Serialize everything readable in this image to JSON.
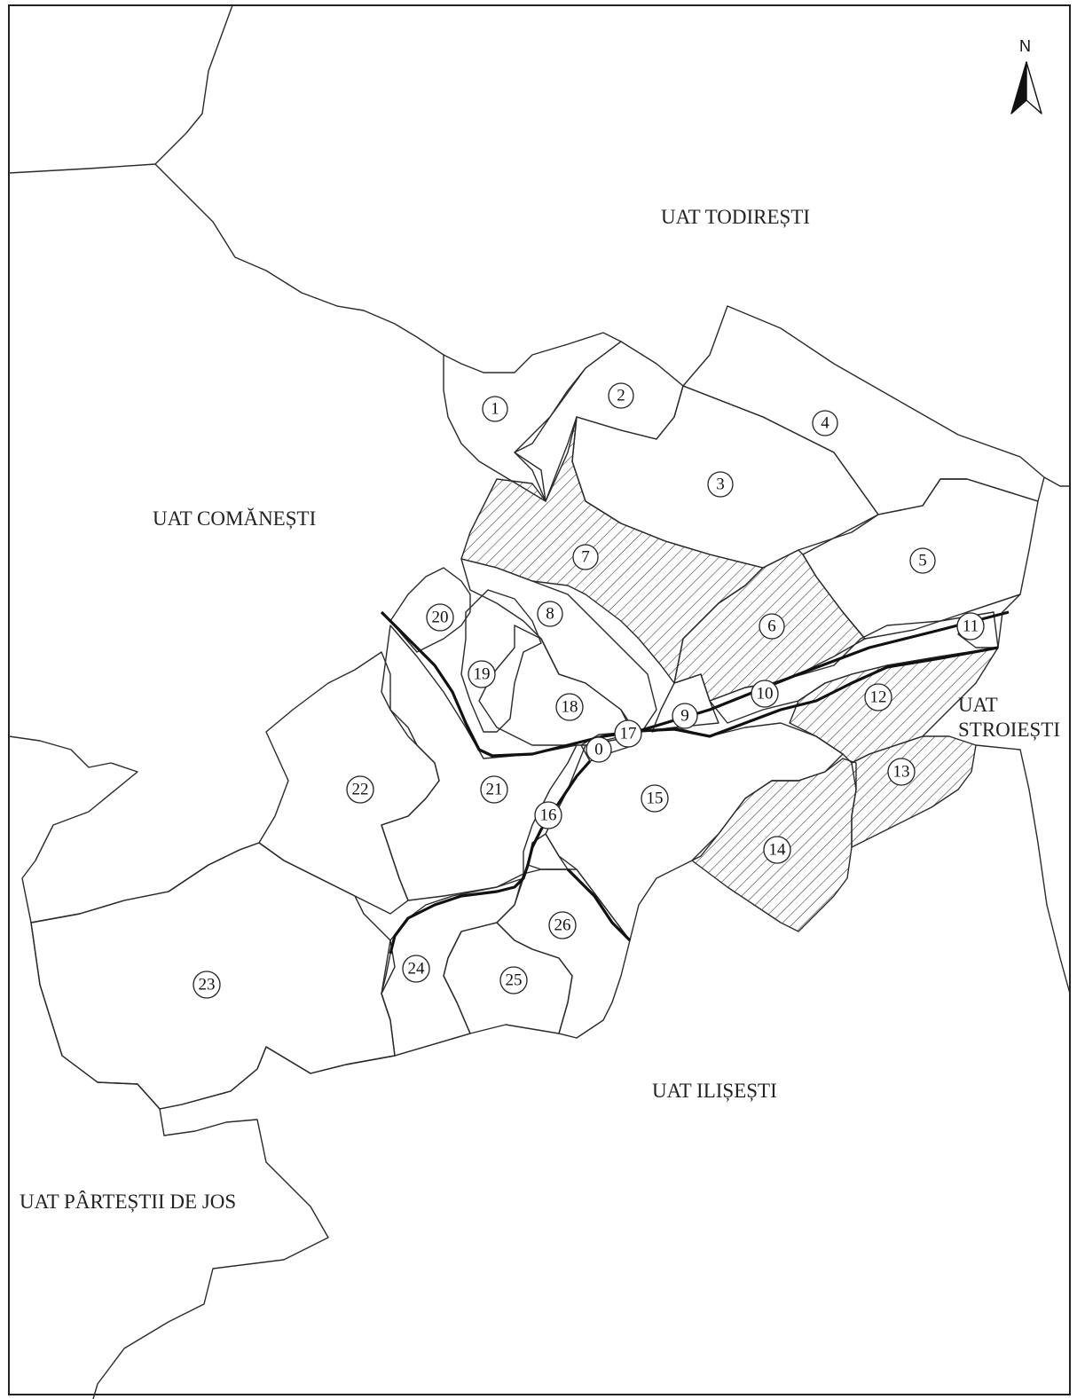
{
  "map": {
    "regions": {
      "todiresti": "UAT TODIREȘTI",
      "comanesti": "UAT COMĂNEȘTI",
      "stroiesti_line1": "UAT",
      "stroiesti_line2": "STROIEȘTI",
      "ilisesti": "UAT ILIȘEȘTI",
      "partestii": "UAT PÂRTEȘTII DE JOS"
    },
    "north_label": "N",
    "hatched_parcels": [
      "6",
      "7",
      "12",
      "13",
      "14"
    ],
    "parcels": [
      "0",
      "1",
      "2",
      "3",
      "4",
      "5",
      "6",
      "7",
      "8",
      "9",
      "10",
      "11",
      "12",
      "13",
      "14",
      "15",
      "16",
      "17",
      "18",
      "19",
      "20",
      "21",
      "22",
      "23",
      "24",
      "25",
      "26"
    ]
  }
}
